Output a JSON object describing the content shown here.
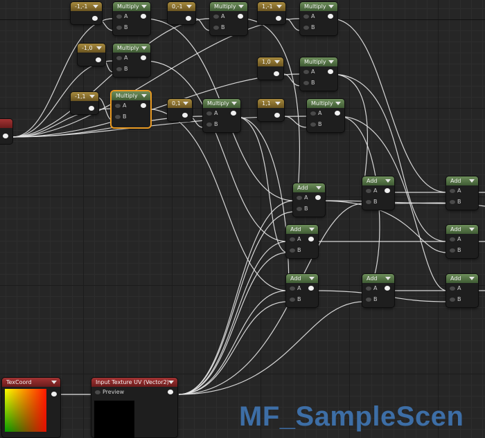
{
  "constants": {
    "c_m1_m1": "-1,-1",
    "c_0_m1": "0,-1",
    "c_1_m1": "1,-1",
    "c_m1_0": "-1,0",
    "c_1_0": "1,0",
    "c_m1_1": "-1,1",
    "c_0_1": "0,1",
    "c_1_1": "1,1"
  },
  "multiply_label": "Multiply",
  "add_label": "Add",
  "pin_a": "A",
  "pin_b": "B",
  "texcoord": {
    "title": "TexCoord"
  },
  "input_uv": {
    "title": "Input Texture UV (Vector2)",
    "preview_label": "Preview"
  },
  "watermark": "MF_SampleScen"
}
